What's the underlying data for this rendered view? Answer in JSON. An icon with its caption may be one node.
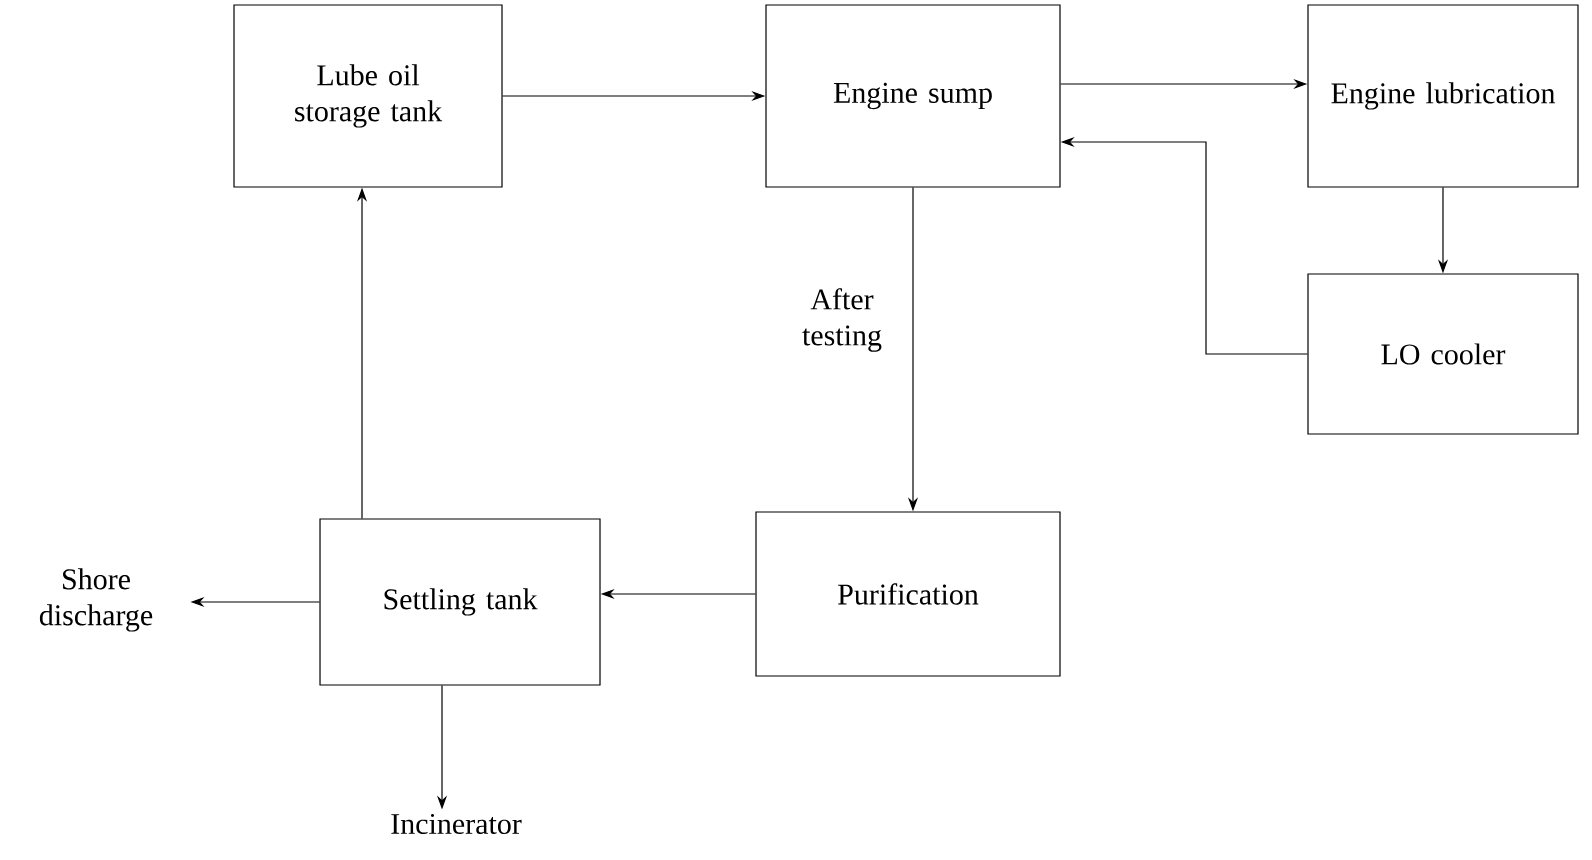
{
  "diagram": {
    "nodes": [
      {
        "text": [
          "Lube oil storage tank"
        ]
      },
      {
        "text": [
          "Engine sump"
        ]
      },
      {
        "text": [
          "Engine lubrication"
        ]
      },
      {
        "text": [
          "LO cooler"
        ]
      },
      {
        "text": [
          "Purification"
        ]
      },
      {
        "text": [
          "Settling tank"
        ]
      },
      {
        "text": [
          "Shore discharge"
        ]
      },
      {
        "text": [
          "Incinerator"
        ]
      }
    ],
    "edges": [
      {
        "from": 0,
        "to": 1,
        "arrow": "to"
      },
      {
        "from": 1,
        "to": 2,
        "arrow": "to"
      },
      {
        "from": 2,
        "to": 3,
        "arrow": "to"
      },
      {
        "from": 3,
        "to": 1,
        "arrow": "to"
      },
      {
        "from": 1,
        "to": 4,
        "arrow": "to",
        "label": "After testing"
      },
      {
        "from": 4,
        "to": 5,
        "arrow": "to"
      },
      {
        "from": 5,
        "to": 0,
        "arrow": "to"
      },
      {
        "from": 5,
        "to": 6,
        "arrow": "to"
      },
      {
        "from": 5,
        "to": 7,
        "arrow": "to"
      }
    ]
  }
}
